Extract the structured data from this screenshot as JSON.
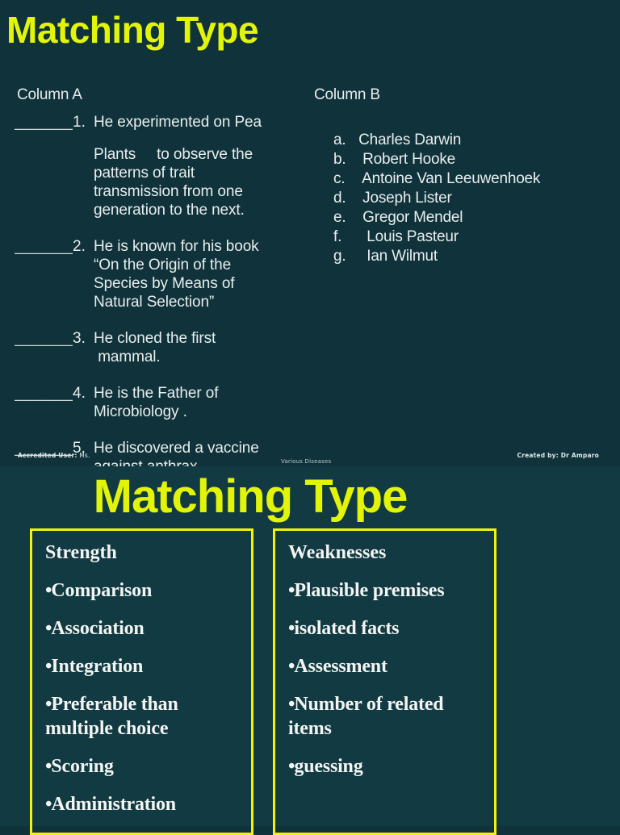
{
  "slide1": {
    "title": "Matching Type",
    "column_a_header": "Column A",
    "column_b_header": "Column B",
    "blank_line": "_______",
    "column_a_items": [
      {
        "number": "1.",
        "text": "He experimented on Pea",
        "continuation": "Plants     to observe the\npatterns of trait\ntransmission from one\ngeneration to the next."
      },
      {
        "number": "2.",
        "text": "He is known for his book",
        "continuation": "“On the Origin of the\nSpecies by Means of\nNatural Selection”"
      },
      {
        "number": "3.",
        "text": " He cloned the first",
        "continuation": " mammal."
      },
      {
        "number": "4.",
        "text": "He is the Father of",
        "continuation": "Microbiology ."
      },
      {
        "number": "5.",
        "text": " He discovered a vaccine",
        "continuation": "against anthrax."
      }
    ],
    "column_b_items": [
      {
        "letter": "a.",
        "name": " Charles Darwin"
      },
      {
        "letter": "b.",
        "name": "  Robert Hooke"
      },
      {
        "letter": "c.",
        "name": "  Antoine Van Leeuwenhoek"
      },
      {
        "letter": "d.",
        "name": "  Joseph Lister"
      },
      {
        "letter": "e.",
        "name": "  Gregor Mendel"
      },
      {
        "letter": "f.",
        "name": "   Louis Pasteur"
      },
      {
        "letter": "g.",
        "name": "   Ian Wilmut"
      }
    ],
    "footer": {
      "accredited_label": "Accredited User:",
      "accredited_value": "Ms. ",
      "center_note": "Various Diseases",
      "created_by": "Created by: Dr Amparo"
    }
  },
  "slide2": {
    "title": "Matching Type",
    "strength_box": {
      "heading": "Strength",
      "bullets": [
        "Comparison",
        "Association",
        "Integration",
        "Preferable than multiple choice",
        "Scoring",
        "Administration"
      ]
    },
    "weaknesses_box": {
      "heading": "Weaknesses",
      "bullets": [
        "Plausible premises",
        "isolated facts",
        "Assessment",
        "Number of related items",
        "guessing"
      ]
    }
  },
  "colors": {
    "background": "#10333b",
    "background_alt": "#123a42",
    "title_yellow": "#e2f508",
    "box_border": "#f2f20c",
    "body_text": "#e8edee"
  }
}
